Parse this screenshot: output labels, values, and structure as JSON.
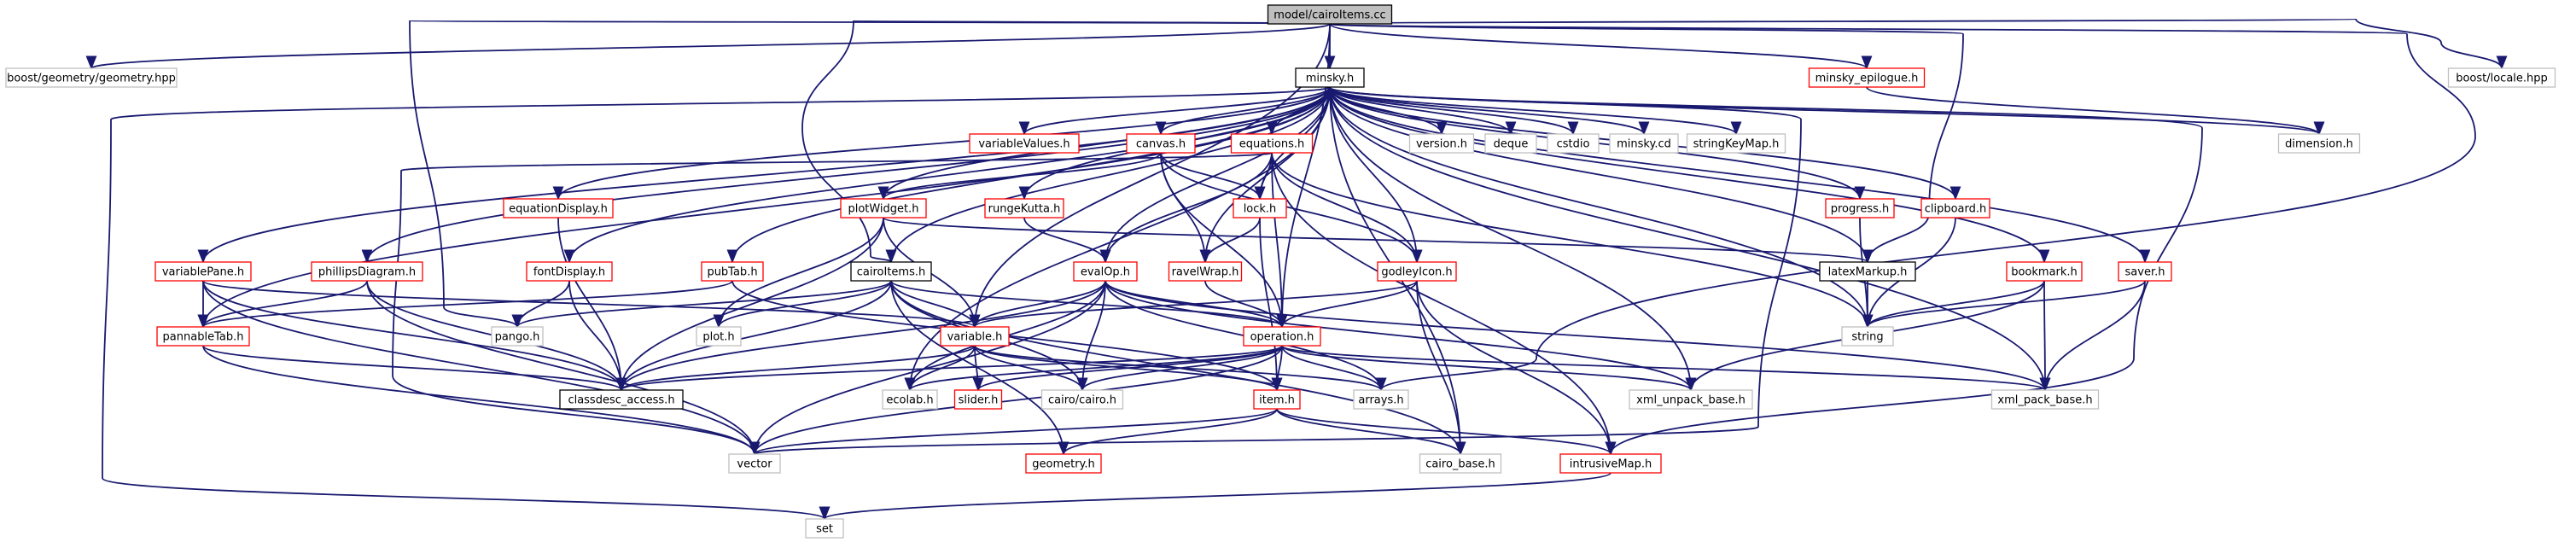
{
  "title": "model/cairoItems.cc",
  "palette": {
    "edge": "#191970",
    "border_default": "#000000",
    "border_link": "#ff0000",
    "border_external": "#bfbfbf",
    "fill_root": "#bfbfbf",
    "fill_default": "#ffffff"
  },
  "nodes": [
    {
      "id": "root",
      "label": "model/cairoItems.cc",
      "kind": "root"
    },
    {
      "id": "boost_geometry",
      "label": "boost/geometry/geometry.hpp",
      "kind": "external"
    },
    {
      "id": "minsky",
      "label": "minsky.h",
      "kind": "default"
    },
    {
      "id": "minsky_epilogue",
      "label": "minsky_epilogue.h",
      "kind": "link"
    },
    {
      "id": "boost_locale",
      "label": "boost/locale.hpp",
      "kind": "external"
    },
    {
      "id": "variableValues",
      "label": "variableValues.h",
      "kind": "link"
    },
    {
      "id": "canvas",
      "label": "canvas.h",
      "kind": "link"
    },
    {
      "id": "equations",
      "label": "equations.h",
      "kind": "link"
    },
    {
      "id": "version",
      "label": "version.h",
      "kind": "external"
    },
    {
      "id": "deque",
      "label": "deque",
      "kind": "external"
    },
    {
      "id": "cstdio",
      "label": "cstdio",
      "kind": "external"
    },
    {
      "id": "minsky_cd",
      "label": "minsky.cd",
      "kind": "external"
    },
    {
      "id": "stringKeyMap",
      "label": "stringKeyMap.h",
      "kind": "external"
    },
    {
      "id": "dimension",
      "label": "dimension.h",
      "kind": "external"
    },
    {
      "id": "equationDisplay",
      "label": "equationDisplay.h",
      "kind": "link"
    },
    {
      "id": "plotWidget",
      "label": "plotWidget.h",
      "kind": "link"
    },
    {
      "id": "rungeKutta",
      "label": "rungeKutta.h",
      "kind": "link"
    },
    {
      "id": "lock",
      "label": "lock.h",
      "kind": "link"
    },
    {
      "id": "progress",
      "label": "progress.h",
      "kind": "link"
    },
    {
      "id": "clipboard",
      "label": "clipboard.h",
      "kind": "link"
    },
    {
      "id": "variablePane",
      "label": "variablePane.h",
      "kind": "link"
    },
    {
      "id": "phillipsDiagram",
      "label": "phillipsDiagram.h",
      "kind": "link"
    },
    {
      "id": "fontDisplay",
      "label": "fontDisplay.h",
      "kind": "link"
    },
    {
      "id": "pubTab",
      "label": "pubTab.h",
      "kind": "link"
    },
    {
      "id": "cairoItems",
      "label": "cairoItems.h",
      "kind": "default"
    },
    {
      "id": "evalOp",
      "label": "evalOp.h",
      "kind": "link"
    },
    {
      "id": "ravelWrap",
      "label": "ravelWrap.h",
      "kind": "link"
    },
    {
      "id": "godleyIcon",
      "label": "godleyIcon.h",
      "kind": "link"
    },
    {
      "id": "latexMarkup",
      "label": "latexMarkup.h",
      "kind": "default"
    },
    {
      "id": "bookmark",
      "label": "bookmark.h",
      "kind": "link"
    },
    {
      "id": "saver",
      "label": "saver.h",
      "kind": "link"
    },
    {
      "id": "pannableTab",
      "label": "pannableTab.h",
      "kind": "link"
    },
    {
      "id": "pango",
      "label": "pango.h",
      "kind": "external"
    },
    {
      "id": "plot",
      "label": "plot.h",
      "kind": "external"
    },
    {
      "id": "variable",
      "label": "variable.h",
      "kind": "link"
    },
    {
      "id": "operation",
      "label": "operation.h",
      "kind": "link"
    },
    {
      "id": "string",
      "label": "string",
      "kind": "external"
    },
    {
      "id": "classdesc_access",
      "label": "classdesc_access.h",
      "kind": "default"
    },
    {
      "id": "ecolab",
      "label": "ecolab.h",
      "kind": "external"
    },
    {
      "id": "slider",
      "label": "slider.h",
      "kind": "link"
    },
    {
      "id": "cairo_cairo",
      "label": "cairo/cairo.h",
      "kind": "external"
    },
    {
      "id": "arrays",
      "label": "arrays.h",
      "kind": "external"
    },
    {
      "id": "xml_unpack_base",
      "label": "xml_unpack_base.h",
      "kind": "external"
    },
    {
      "id": "xml_pack_base",
      "label": "xml_pack_base.h",
      "kind": "external"
    },
    {
      "id": "item",
      "label": "item.h",
      "kind": "link"
    },
    {
      "id": "vector",
      "label": "vector",
      "kind": "external"
    },
    {
      "id": "geometry",
      "label": "geometry.h",
      "kind": "link"
    },
    {
      "id": "cairo_base",
      "label": "cairo_base.h",
      "kind": "external"
    },
    {
      "id": "intrusiveMap",
      "label": "intrusiveMap.h",
      "kind": "link"
    },
    {
      "id": "set",
      "label": "set",
      "kind": "external"
    }
  ],
  "edges": [
    [
      "root",
      "boost_geometry"
    ],
    [
      "root",
      "minsky"
    ],
    [
      "root",
      "minsky_epilogue"
    ],
    [
      "root",
      "boost_locale"
    ],
    [
      "root",
      "cairoItems"
    ],
    [
      "root",
      "pango"
    ],
    [
      "root",
      "latexMarkup"
    ],
    [
      "root",
      "arrays"
    ],
    [
      "root",
      "operation"
    ],
    [
      "root",
      "variable"
    ],
    [
      "minsky",
      "variableValues"
    ],
    [
      "minsky",
      "canvas"
    ],
    [
      "minsky",
      "equations"
    ],
    [
      "minsky",
      "version"
    ],
    [
      "minsky",
      "deque"
    ],
    [
      "minsky",
      "cstdio"
    ],
    [
      "minsky",
      "minsky_cd"
    ],
    [
      "minsky",
      "stringKeyMap"
    ],
    [
      "minsky",
      "dimension"
    ],
    [
      "minsky",
      "equationDisplay"
    ],
    [
      "minsky",
      "plotWidget"
    ],
    [
      "minsky",
      "rungeKutta"
    ],
    [
      "minsky",
      "lock"
    ],
    [
      "minsky",
      "progress"
    ],
    [
      "minsky",
      "clipboard"
    ],
    [
      "minsky",
      "variablePane"
    ],
    [
      "minsky",
      "phillipsDiagram"
    ],
    [
      "minsky",
      "fontDisplay"
    ],
    [
      "minsky",
      "pubTab"
    ],
    [
      "minsky",
      "cairoItems"
    ],
    [
      "minsky",
      "evalOp"
    ],
    [
      "minsky",
      "ravelWrap"
    ],
    [
      "minsky",
      "godleyIcon"
    ],
    [
      "minsky",
      "latexMarkup"
    ],
    [
      "minsky",
      "bookmark"
    ],
    [
      "minsky",
      "saver"
    ],
    [
      "minsky",
      "pannableTab"
    ],
    [
      "minsky",
      "set"
    ],
    [
      "minsky",
      "string"
    ],
    [
      "minsky",
      "xml_unpack_base"
    ],
    [
      "minsky",
      "xml_pack_base"
    ],
    [
      "minsky",
      "intrusiveMap"
    ],
    [
      "minsky",
      "ecolab"
    ],
    [
      "minsky",
      "vector"
    ],
    [
      "minsky",
      "cairo_base"
    ],
    [
      "minsky_epilogue",
      "dimension"
    ],
    [
      "canvas",
      "plotWidget"
    ],
    [
      "canvas",
      "lock"
    ],
    [
      "canvas",
      "ravelWrap"
    ],
    [
      "canvas",
      "operation"
    ],
    [
      "canvas",
      "godleyIcon"
    ],
    [
      "equations",
      "evalOp"
    ],
    [
      "equations",
      "lock"
    ],
    [
      "equations",
      "godleyIcon"
    ],
    [
      "equations",
      "operation"
    ],
    [
      "equations",
      "intrusiveMap"
    ],
    [
      "equations",
      "string"
    ],
    [
      "equations",
      "vector"
    ],
    [
      "equationDisplay",
      "classdesc_access"
    ],
    [
      "plotWidget",
      "plot"
    ],
    [
      "plotWidget",
      "classdesc_access"
    ],
    [
      "plotWidget",
      "variable"
    ],
    [
      "plotWidget",
      "latexMarkup"
    ],
    [
      "rungeKutta",
      "evalOp"
    ],
    [
      "lock",
      "ravelWrap"
    ],
    [
      "lock",
      "item"
    ],
    [
      "progress",
      "string"
    ],
    [
      "clipboard",
      "string"
    ],
    [
      "variablePane",
      "pannableTab"
    ],
    [
      "variablePane",
      "classdesc_access"
    ],
    [
      "variablePane",
      "variable"
    ],
    [
      "variablePane",
      "vector"
    ],
    [
      "phillipsDiagram",
      "pannableTab"
    ],
    [
      "phillipsDiagram",
      "classdesc_access"
    ],
    [
      "phillipsDiagram",
      "vector"
    ],
    [
      "fontDisplay",
      "pango"
    ],
    [
      "fontDisplay",
      "classdesc_access"
    ],
    [
      "pubTab",
      "pannableTab"
    ],
    [
      "pubTab",
      "item"
    ],
    [
      "cairoItems",
      "pango"
    ],
    [
      "cairoItems",
      "plot"
    ],
    [
      "cairoItems",
      "variable"
    ],
    [
      "cairoItems",
      "operation"
    ],
    [
      "cairoItems",
      "cairo_cairo"
    ],
    [
      "cairoItems",
      "geometry"
    ],
    [
      "cairoItems",
      "classdesc_access"
    ],
    [
      "cairoItems",
      "cairo_base"
    ],
    [
      "evalOp",
      "variable"
    ],
    [
      "evalOp",
      "operation"
    ],
    [
      "evalOp",
      "ecolab"
    ],
    [
      "evalOp",
      "vector"
    ],
    [
      "evalOp",
      "cairo_cairo"
    ],
    [
      "evalOp",
      "classdesc_access"
    ],
    [
      "evalOp",
      "xml_pack_base"
    ],
    [
      "evalOp",
      "xml_unpack_base"
    ],
    [
      "evalOp",
      "arrays"
    ],
    [
      "ravelWrap",
      "operation"
    ],
    [
      "godleyIcon",
      "operation"
    ],
    [
      "godleyIcon",
      "variable"
    ],
    [
      "godleyIcon",
      "intrusiveMap"
    ],
    [
      "godleyIcon",
      "cairo_base"
    ],
    [
      "latexMarkup",
      "string"
    ],
    [
      "bookmark",
      "string"
    ],
    [
      "bookmark",
      "xml_pack_base"
    ],
    [
      "bookmark",
      "xml_unpack_base"
    ],
    [
      "saver",
      "string"
    ],
    [
      "saver",
      "xml_pack_base"
    ],
    [
      "pannableTab",
      "classdesc_access"
    ],
    [
      "pannableTab",
      "vector"
    ],
    [
      "variable",
      "classdesc_access"
    ],
    [
      "variable",
      "ecolab"
    ],
    [
      "variable",
      "slider"
    ],
    [
      "variable",
      "cairo_cairo"
    ],
    [
      "variable",
      "arrays"
    ],
    [
      "variable",
      "item"
    ],
    [
      "operation",
      "classdesc_access"
    ],
    [
      "operation",
      "ecolab"
    ],
    [
      "operation",
      "slider"
    ],
    [
      "operation",
      "cairo_cairo"
    ],
    [
      "operation",
      "arrays"
    ],
    [
      "operation",
      "item"
    ],
    [
      "operation",
      "xml_unpack_base"
    ],
    [
      "operation",
      "xml_pack_base"
    ],
    [
      "operation",
      "vector"
    ],
    [
      "item",
      "vector"
    ],
    [
      "item",
      "geometry"
    ],
    [
      "item",
      "cairo_base"
    ],
    [
      "item",
      "intrusiveMap"
    ],
    [
      "intrusiveMap",
      "set"
    ]
  ]
}
